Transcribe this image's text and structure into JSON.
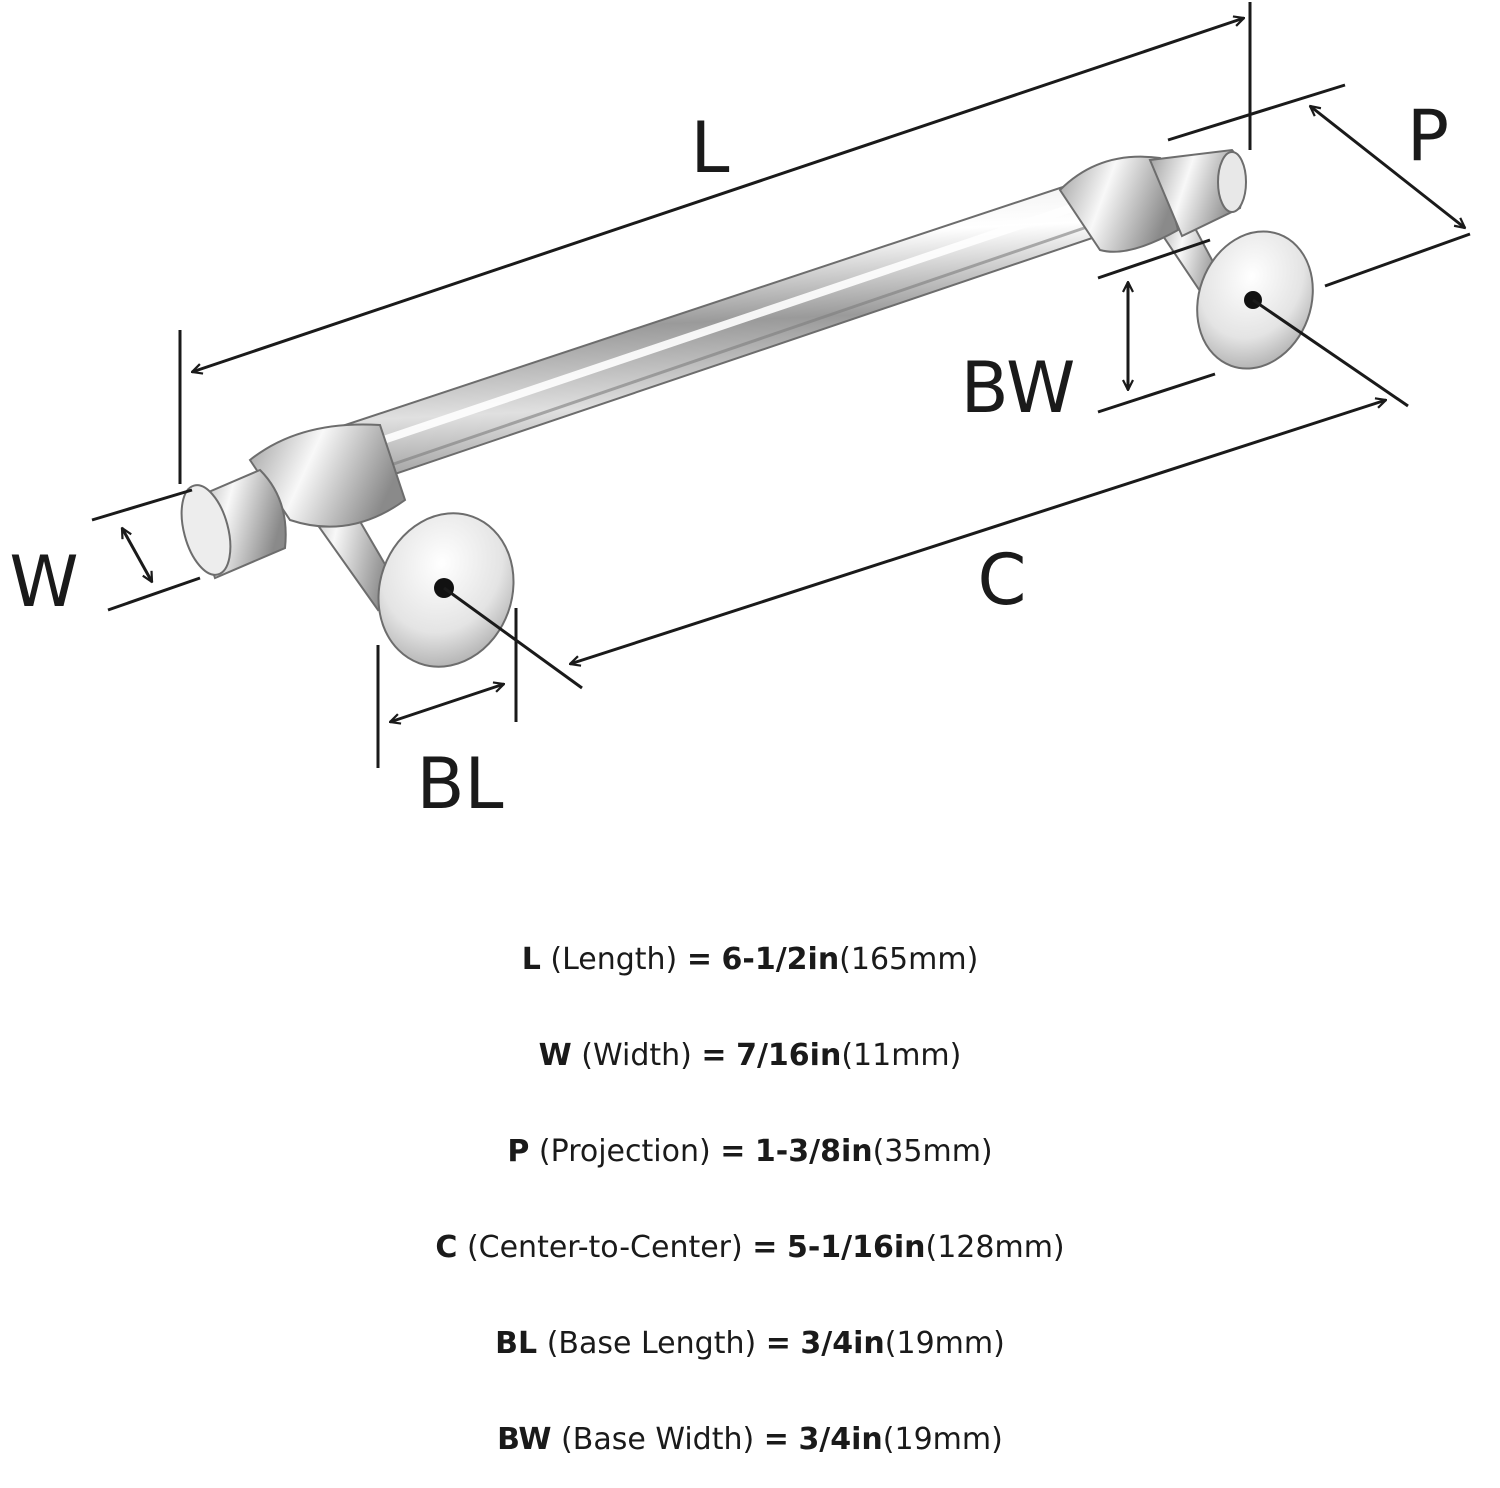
{
  "labels": {
    "L": "L",
    "W": "W",
    "P": "P",
    "C": "C",
    "BL": "BL",
    "BW": "BW"
  },
  "specs": [
    {
      "code": "L",
      "name": "(Length)",
      "eq": "=",
      "imperial": "6-1/2in",
      "metric": "(165mm)"
    },
    {
      "code": "W",
      "name": "(Width)",
      "eq": "=",
      "imperial": "7/16in",
      "metric": "(11mm)"
    },
    {
      "code": "P",
      "name": "(Projection)",
      "eq": "=",
      "imperial": "1-3/8in",
      "metric": "(35mm)"
    },
    {
      "code": "C",
      "name": "(Center-to-Center)",
      "eq": "=",
      "imperial": "5-1/16in",
      "metric": "(128mm)"
    },
    {
      "code": "BL",
      "name": "(Base Length)",
      "eq": "=",
      "imperial": "3/4in",
      "metric": "(19mm)"
    },
    {
      "code": "BW",
      "name": "(Base Width)",
      "eq": "=",
      "imperial": "3/4in",
      "metric": "(19mm)"
    }
  ],
  "colors": {
    "line": "#1a1a1a",
    "chrome_light": "#f4f4f4",
    "chrome_mid": "#c8c8c8",
    "chrome_dark": "#7a7a7a"
  }
}
